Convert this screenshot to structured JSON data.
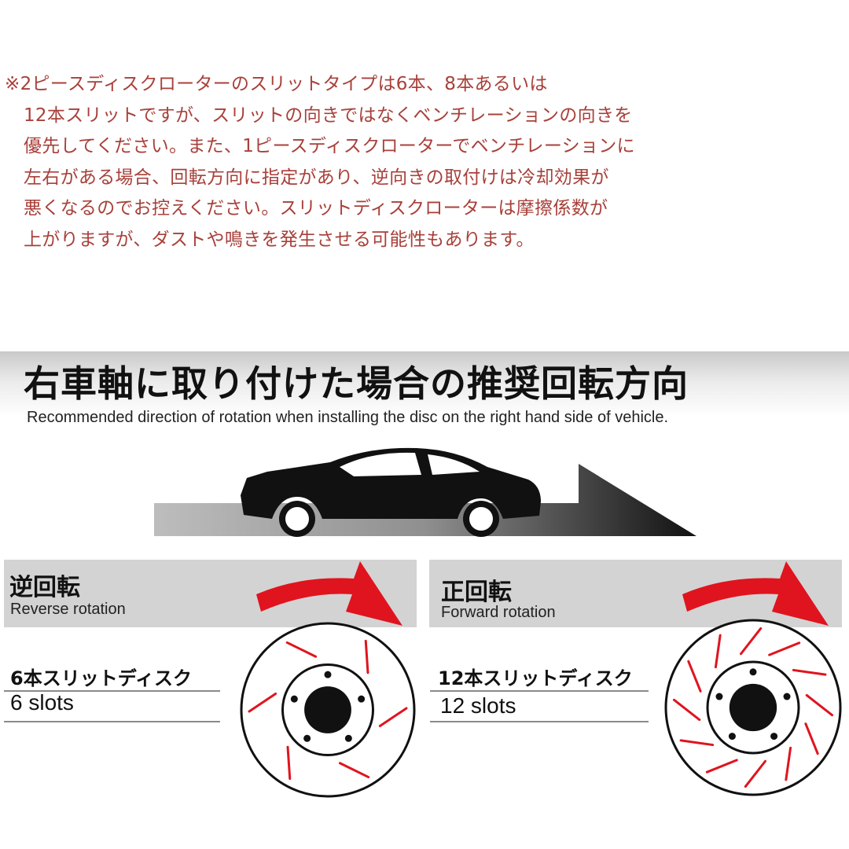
{
  "note": {
    "lines": [
      "※2ピースディスクローターのスリットタイプは6本、8本あるいは",
      "12本スリットですが、スリットの向きではなくベンチレーションの向きを",
      "優先してください。また、1ピースディスクローターでベンチレーションに",
      "左右がある場合、回転方向に指定があり、逆向きの取付けは冷却効果が",
      "悪くなるのでお控えください。スリットディスクローターは摩擦係数が",
      "上がりますが、ダストや鳴きを発生させる可能性もあります。"
    ]
  },
  "heading": {
    "ja": "右車軸に取り付けた場合の推奨回転方向",
    "en": "Recommended direction of rotation when installing the disc on the right hand side of vehicle."
  },
  "left_panel": {
    "title_ja": "逆回転",
    "title_en": "Reverse rotation",
    "slots_ja": "6本スリットディスク",
    "slots_en": "6 slots",
    "slot_count": 6
  },
  "right_panel": {
    "title_ja": "正回転",
    "title_en": "Forward rotation",
    "slots_ja": "12本スリットディスク",
    "slots_en": "12 slots",
    "slot_count": 12
  },
  "colors": {
    "note_text": "#a8403a",
    "arrow_red": "#e0141e",
    "panel_gray": "#d3d3d3",
    "car": "#111111"
  },
  "icons": [
    "car-icon",
    "direction-arrow-icon",
    "rotation-arrow-icon",
    "disc-rotor-icon"
  ]
}
